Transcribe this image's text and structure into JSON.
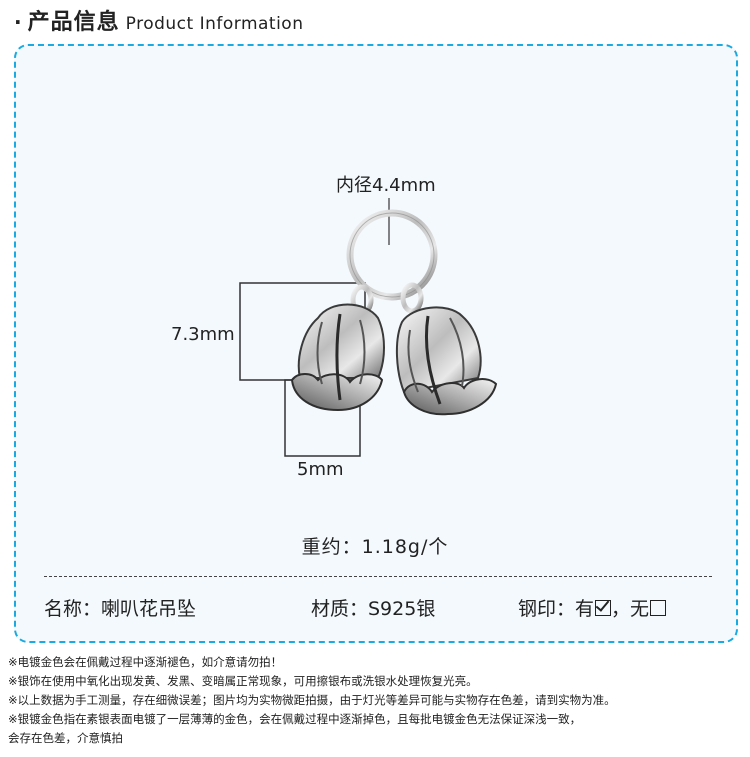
{
  "header": {
    "bullet": "·",
    "title_cn": "产品信息",
    "title_en": "Product Information"
  },
  "dimensions": {
    "inner_diameter": "内径4.4mm",
    "height": "7.3mm",
    "width": "5mm"
  },
  "weight": "重约：1.18g/个",
  "specs": {
    "name": "名称：喇叭花吊坠",
    "material": "材质：S925银",
    "stamp_label": "钢印：有",
    "stamp_no": "，无"
  },
  "notes": [
    "※电镀金色会在佩戴过程中逐渐褪色，如介意请勿拍！",
    "※银饰在使用中氧化出现发黄、发黑、变暗属正常现象，可用擦银布或洗银水处理恢复光亮。",
    "※以上数据为手工测量，存在细微误差；图片均为实物微距拍摄，由于灯光等差异可能与实物存在色差，请到实物为准。",
    "※银镀金色指在素银表面电镀了一层薄薄的金色，会在佩戴过程中逐渐掉色，且每批电镀金色无法保证深浅一致，",
    "会存在色差，介意慎拍"
  ],
  "colors": {
    "panel_border": "#1aa9e0",
    "panel_bg": "#f3f9fc"
  }
}
